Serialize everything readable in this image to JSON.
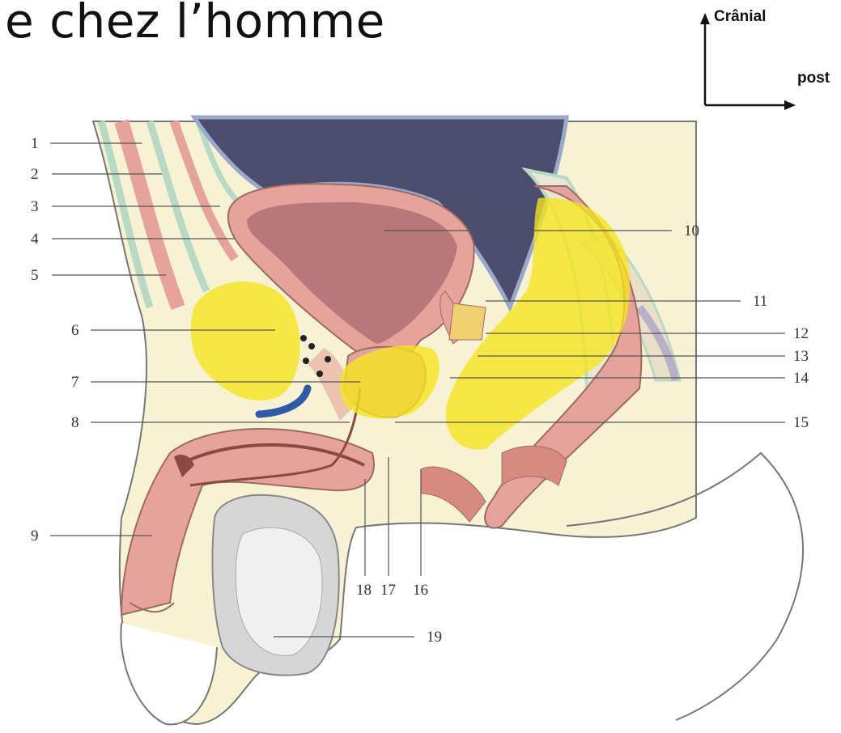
{
  "title": "e chez l’homme",
  "orientation": {
    "up_label": "Crânial",
    "right_label": "post"
  },
  "callouts": {
    "left": [
      "1",
      "2",
      "3",
      "4",
      "5",
      "6",
      "7",
      "8",
      "9"
    ],
    "right": [
      "10",
      "11",
      "12",
      "13",
      "14",
      "15"
    ],
    "bottom": [
      "18",
      "17",
      "16",
      "19"
    ]
  },
  "colors": {
    "highlight": "#f6e51c",
    "tissue": "#e6a39b",
    "fat": "#f6f2d3",
    "fascia": "#b8d9c3",
    "peritoneum_dark": "#4c4d6e",
    "vein": "#2e5aa8",
    "line": "#555555"
  }
}
